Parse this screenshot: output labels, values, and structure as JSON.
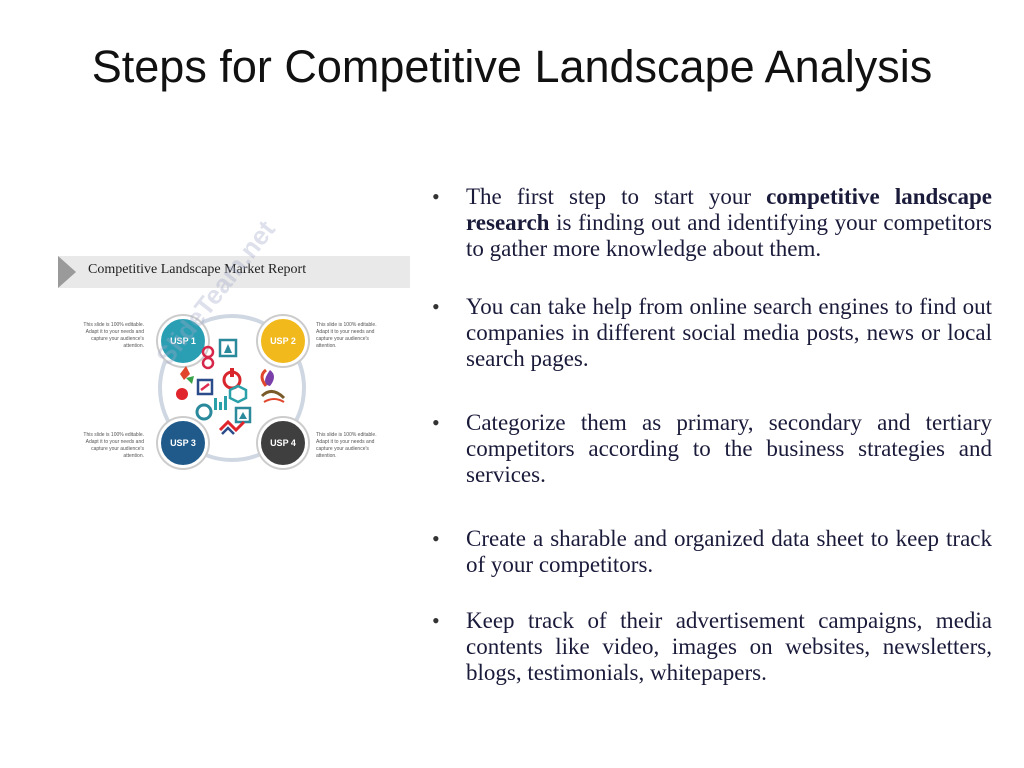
{
  "slide": {
    "title": "Steps for Competitive Landscape Analysis",
    "bullets": [
      {
        "before": "The first step to start your ",
        "bold": "competitive landscape research",
        "after": " is finding out and identifying your competitors to gather more knowledge about them."
      },
      {
        "text": "You can take help from online search engines to find out companies in different social media posts, news or local search pages."
      },
      {
        "text": "Categorize them as primary, secondary and tertiary competitors according to the business strategies and services."
      },
      {
        "text": "Create a sharable and organized data sheet to keep track of your competitors."
      },
      {
        "text": "Keep track of their advertisement campaigns, media contents like video, images on websites, newsletters, blogs, testimonials, whitepapers."
      }
    ]
  },
  "report_image": {
    "title": "Competitive Landscape Market Report",
    "usp_labels": [
      "USP 1",
      "USP 2",
      "USP 3",
      "USP 4"
    ],
    "usp_colors": [
      "#2a9fb3",
      "#f2b91d",
      "#1f5a8a",
      "#3f3f3f"
    ],
    "caption_text": "This slide is 100% editable. Adapt it to your needs and capture your audience's attention.",
    "watermark": "SlideTeam.net"
  }
}
